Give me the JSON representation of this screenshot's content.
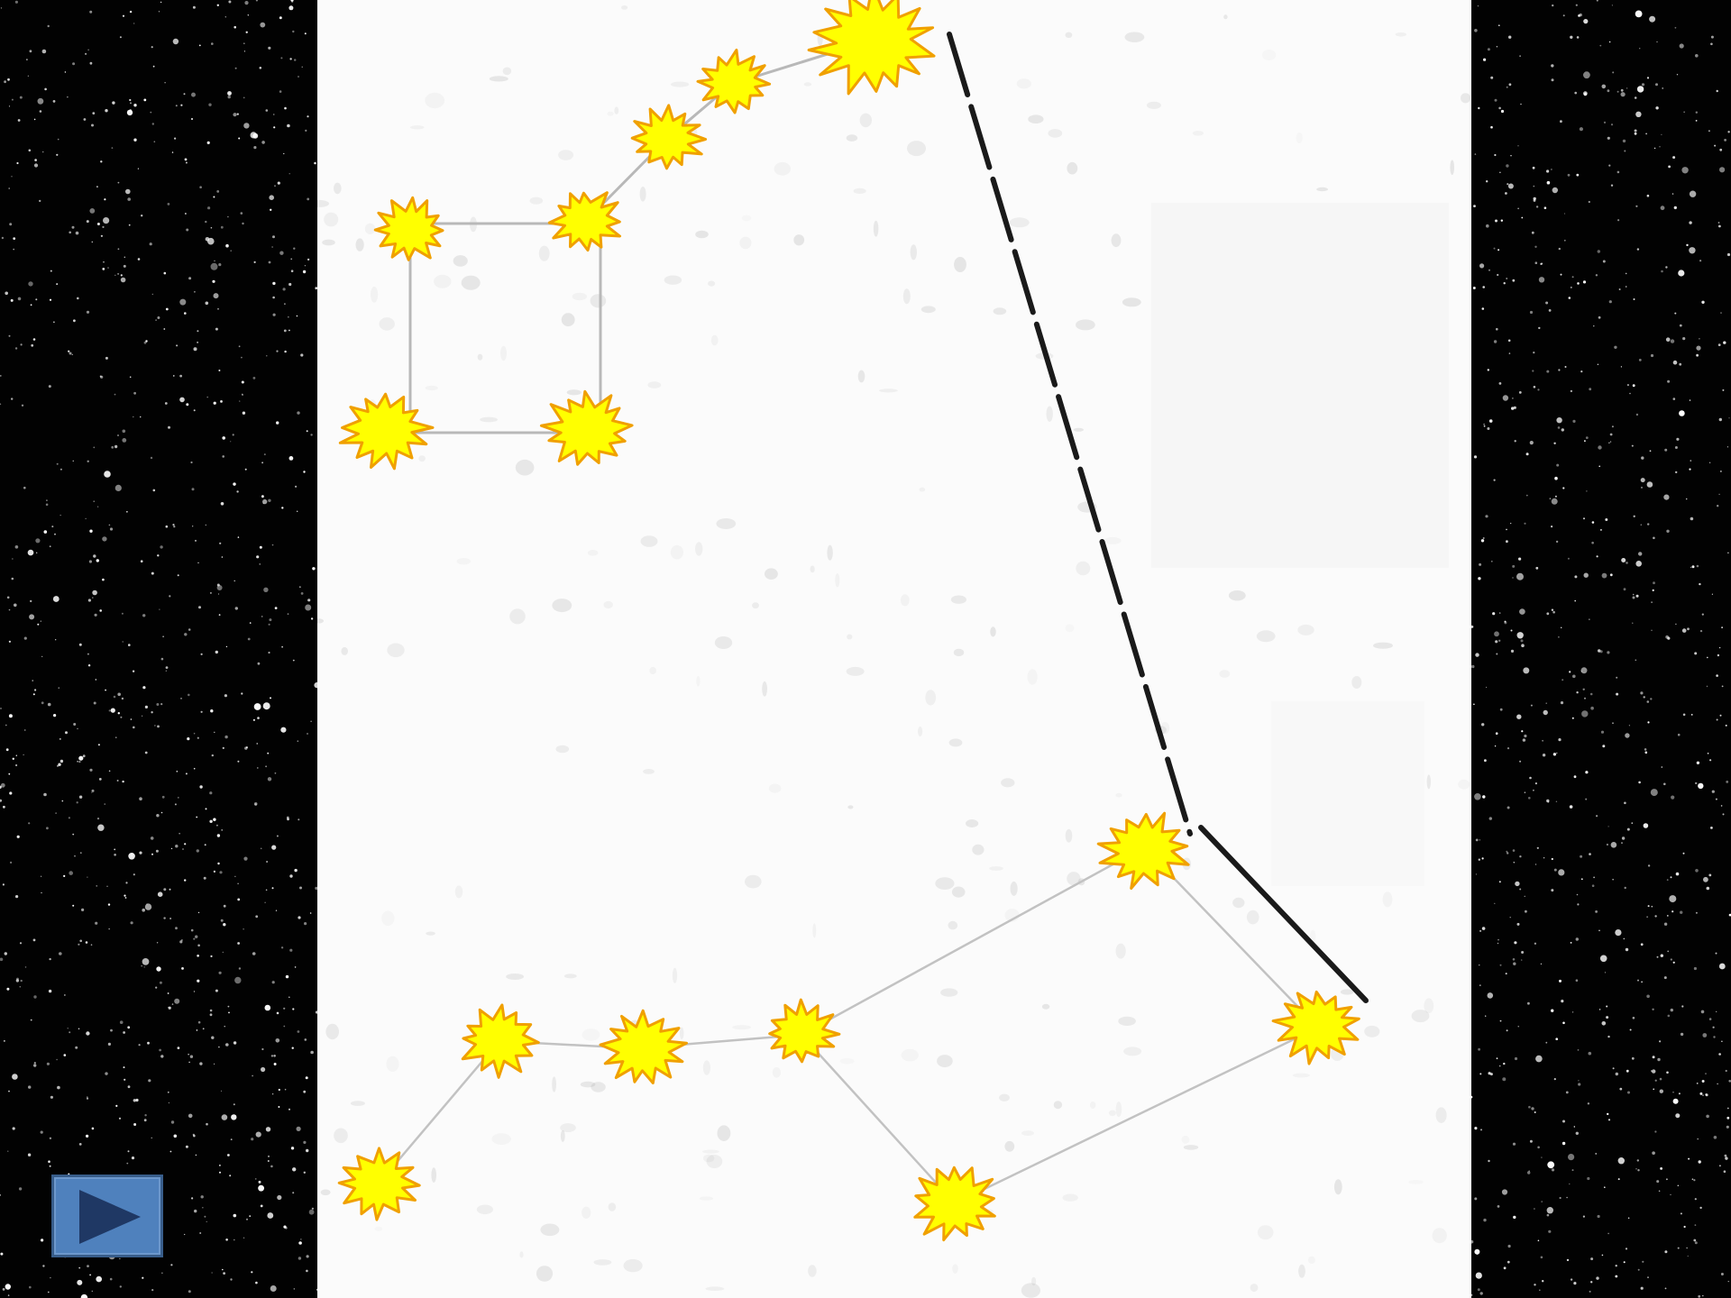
{
  "slide": {
    "colors": {
      "sky": "#000000",
      "chart_background": "#fbfbfb",
      "star_fill": "#ffff00",
      "star_outline": "#f0a000",
      "constellation_line": "#b8b8b8",
      "pointer_line": "#1a1a1a",
      "button_fill": "#4f81bd",
      "button_border": "#385d8a",
      "button_arrow": "#1f3864"
    },
    "icons": {
      "star": "burst-star-icon",
      "next": "play-arrow-icon"
    },
    "constellations": [
      {
        "name_hint": "little-dipper",
        "star_count": 7
      },
      {
        "name_hint": "big-dipper",
        "star_count": 7
      }
    ],
    "next_button": {
      "icon": "play-arrow-icon"
    }
  }
}
